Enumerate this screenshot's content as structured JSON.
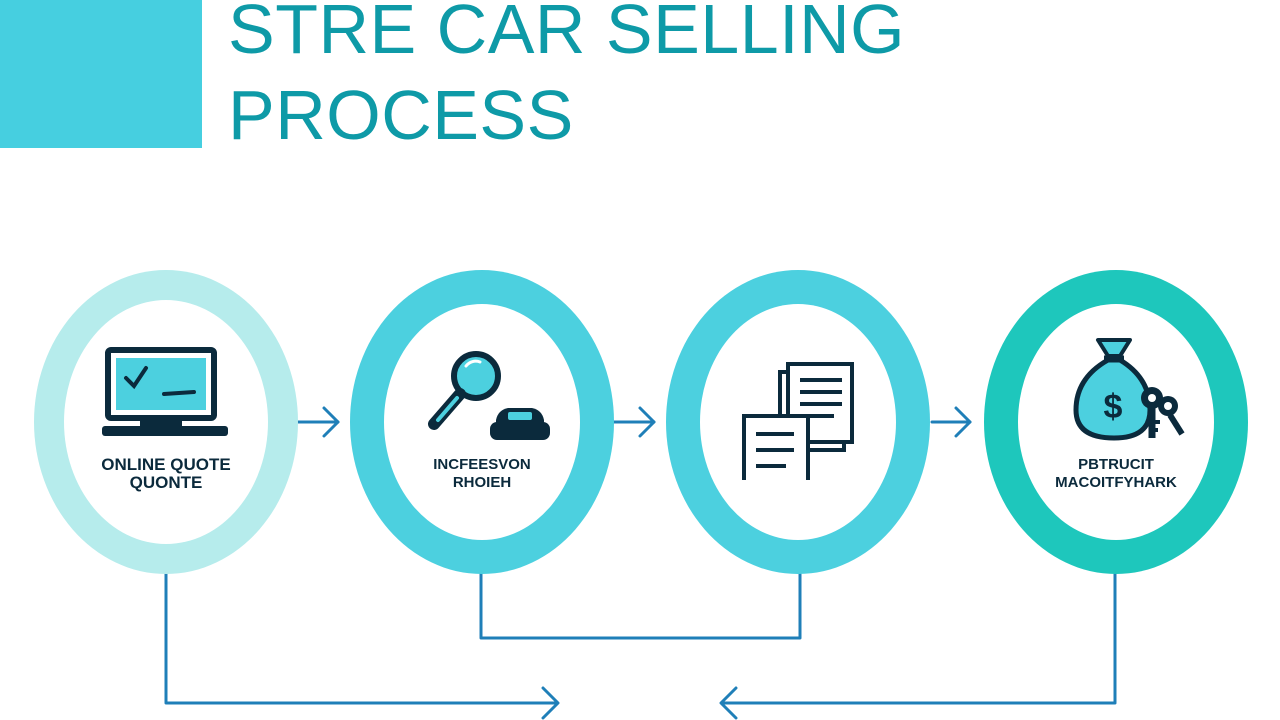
{
  "title": {
    "line1": "STRE CAR SELLING",
    "line2": "PROCESS"
  },
  "colors": {
    "accent_block": "#46cfe0",
    "title": "#0e9aa7",
    "ring_light": "#b6ecec",
    "ring_mid": "#4cd0df",
    "ring_teal": "#1ec7bc",
    "icon_dark": "#0b2a3c",
    "connector": "#1f7fb8"
  },
  "steps": [
    {
      "icon": "computer-check-icon",
      "label_line1": "ONLINE QUOTE",
      "label_line2": "QUONTE"
    },
    {
      "icon": "magnifier-car-icon",
      "label_line1": "INCFEESVON",
      "label_line2": "RHOIEH"
    },
    {
      "icon": "documents-icon",
      "label_line1": "",
      "label_line2": ""
    },
    {
      "icon": "money-bag-keys-icon",
      "label_line1": "PBTRUCIT",
      "label_line2": "MACOITFYHARK"
    }
  ]
}
